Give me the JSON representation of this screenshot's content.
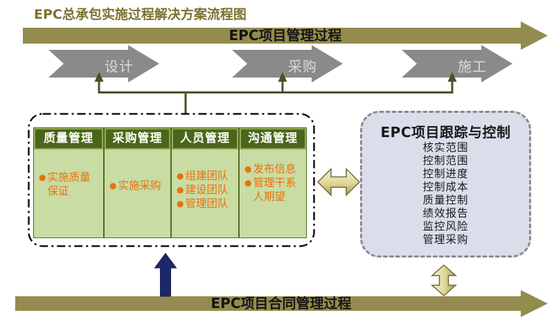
{
  "title": "EPC总承包实施过程解决方案流程图",
  "top_process_arrow": {
    "label": "EPC项目管理过程"
  },
  "phase_arrows": [
    {
      "label": "设计"
    },
    {
      "label": "采购"
    },
    {
      "label": "施工"
    }
  ],
  "management_panel": {
    "bullet": "●",
    "columns": [
      {
        "header": "质量管理",
        "items": [
          "实施质量保证"
        ]
      },
      {
        "header": "采购管理",
        "items": [
          "实施采购"
        ]
      },
      {
        "header": "人员管理",
        "items": [
          "组建团队",
          "建设团队",
          "管理团队"
        ]
      },
      {
        "header": "沟通管理",
        "items": [
          "发布信息",
          "管理干系人期望"
        ]
      }
    ]
  },
  "tracking_panel": {
    "title": "EPC项目跟踪与控制",
    "items": [
      "核实范围",
      "控制范围",
      "控制进度",
      "控制成本",
      "质量控制",
      "绩效报告",
      "监控风险",
      "管理采购"
    ]
  },
  "bottom_process_arrow": {
    "label": "EPC项目合同管理过程"
  },
  "colors": {
    "olive_bar": "#948C4E",
    "title_text": "#7B7230",
    "phase_gray": "#8A8A8A",
    "phase_text": "#DCDCDC",
    "connector_olive": "#4F4F26",
    "column_header_green": "#4A661C",
    "column_body_green": "#C9DCA3",
    "column_border_green": "#50691F",
    "item_orange": "#E8730D",
    "tracking_fill": "#DBDEEA",
    "tracking_border": "#8A8A8A",
    "sync_arrow_beige": "#E6DFA8",
    "contract_arrow_navy": "#1B296B",
    "panel_dash_border": "#111111"
  }
}
